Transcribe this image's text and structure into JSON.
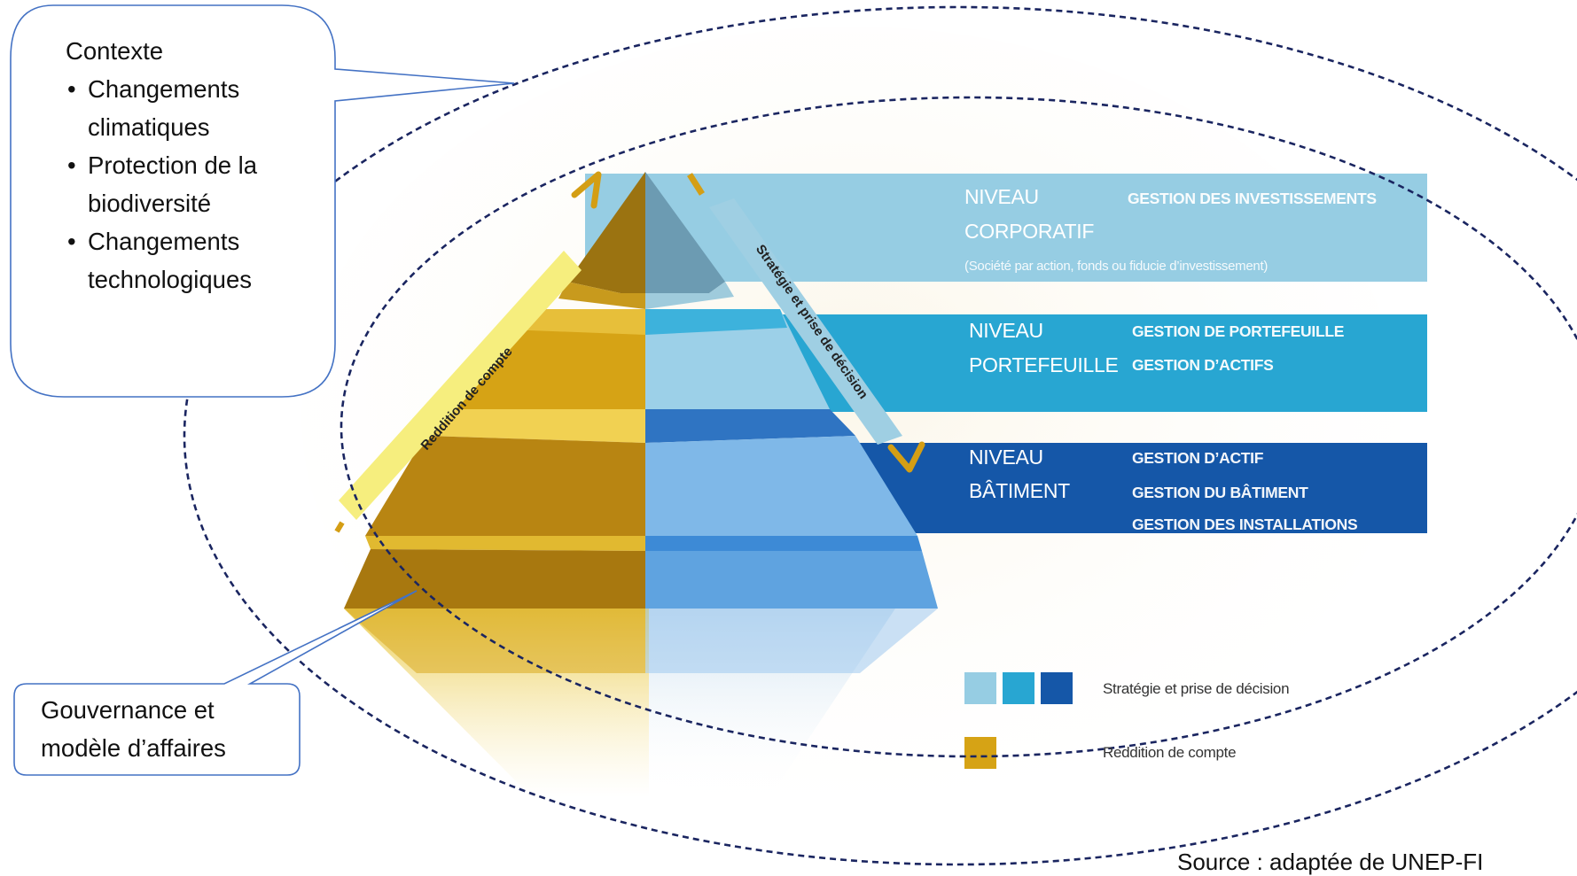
{
  "context": {
    "title": "Contexte",
    "items": [
      {
        "line1": "Changements",
        "line2": "climatiques"
      },
      {
        "line1": "Protection de la",
        "line2": "biodiversité"
      },
      {
        "line1": "Changements",
        "line2": "technologiques"
      }
    ]
  },
  "governance": {
    "line1": "Gouvernance et",
    "line2": "modèle d’affaires"
  },
  "arrows": {
    "accountability": "Reddition de compte",
    "strategy": "Stratégie et prise de décision"
  },
  "levels": [
    {
      "name_line1": "NIVEAU",
      "name_line2": "CORPORATIF",
      "management": [
        "GESTION DES INVESTISSEMENTS"
      ],
      "note": "(Société par action, fonds ou fiducie d’investissement)",
      "color": "#96cde3"
    },
    {
      "name_line1": "NIVEAU",
      "name_line2": "PORTEFEUILLE",
      "management": [
        "GESTION DE PORTEFEUILLE",
        "GESTION D’ACTIFS"
      ],
      "color": "#28a6d2"
    },
    {
      "name_line1": "NIVEAU",
      "name_line2": "BÂTIMENT",
      "management": [
        "GESTION D’ACTIF",
        "GESTION DU BÂTIMENT",
        "GESTION DES INSTALLATIONS"
      ],
      "color": "#1557a8"
    }
  ],
  "legend": {
    "strategy_label": "Stratégie et prise de décision",
    "accountability_label": "Reddition de compte",
    "strategy_colors": [
      "#96cde3",
      "#28a6d2",
      "#1557a8"
    ],
    "accountability_color": "#d6a315"
  },
  "source": "Source : adaptée de UNEP-FI"
}
